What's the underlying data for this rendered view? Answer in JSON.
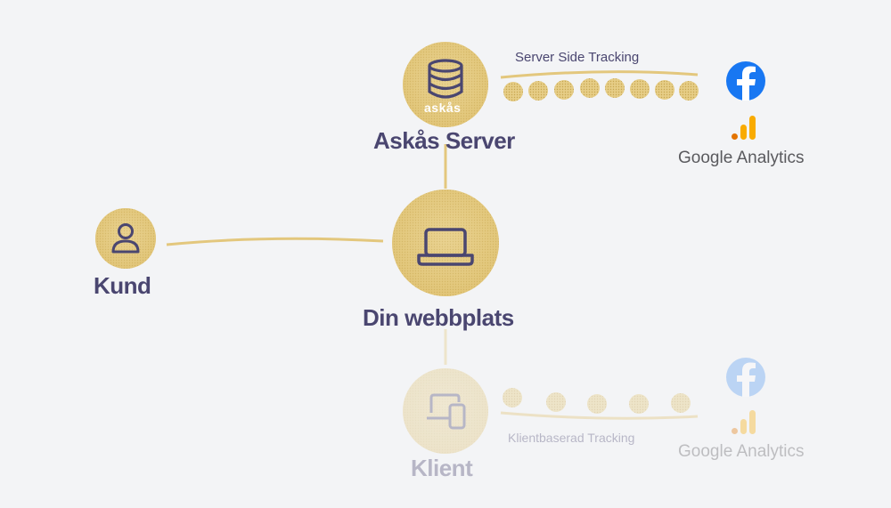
{
  "nodes": {
    "server": {
      "label": "Askås Server",
      "brand": "askås"
    },
    "website": {
      "label": "Din webbplats"
    },
    "customer": {
      "label": "Kund"
    },
    "client": {
      "label": "Klient"
    }
  },
  "tracks": {
    "server": {
      "label": "Server Side Tracking"
    },
    "client": {
      "label": "Klientbaserad Tracking"
    }
  },
  "destinations": {
    "ga_label": "Google Analytics",
    "facebook_icon": "facebook-icon",
    "analytics_icon": "google-analytics-icon"
  },
  "colors": {
    "gold": "#e3c77d",
    "gold_dark": "#c9a94f",
    "text": "#4a4670",
    "facebook": "#1877f2",
    "ga_orange": "#f9ab00",
    "ga_dark": "#e37400",
    "background": "#f3f4f6"
  }
}
